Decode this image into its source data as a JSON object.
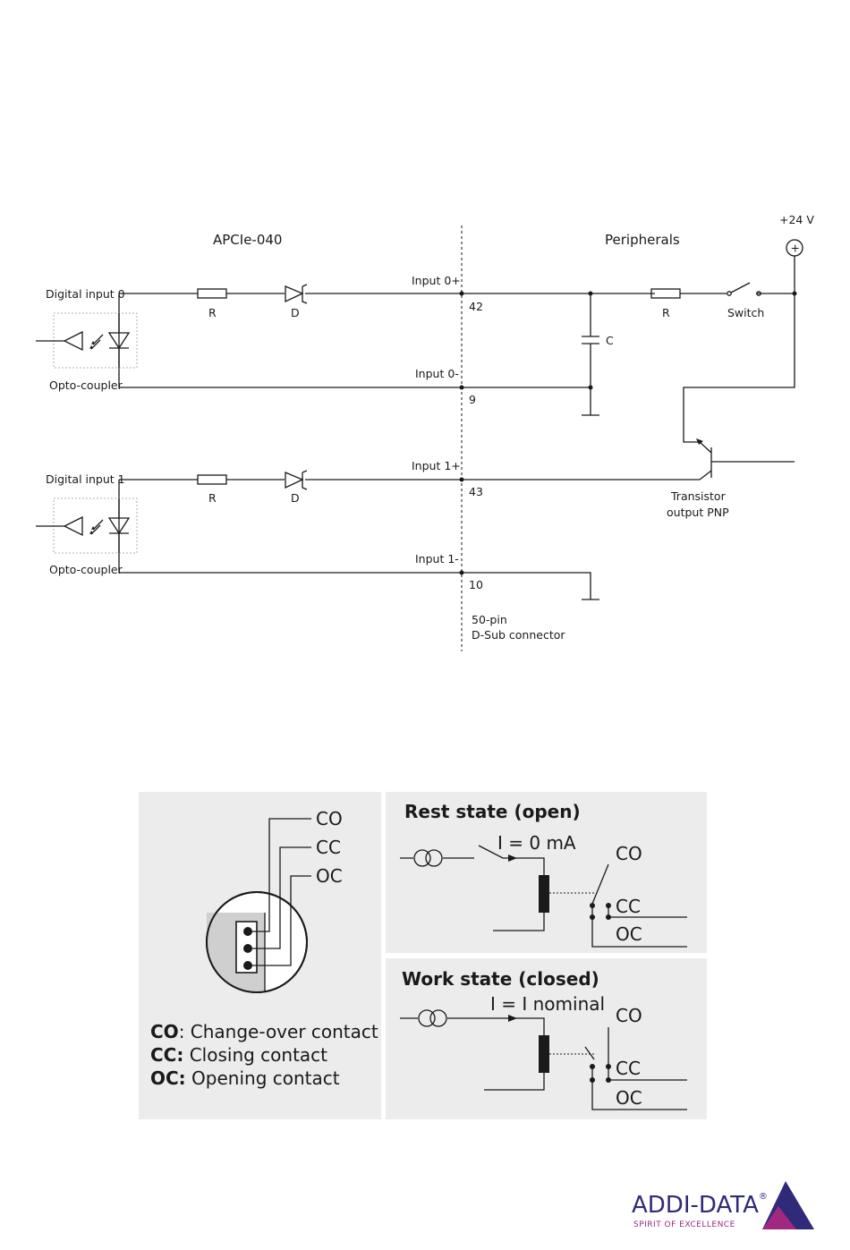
{
  "circuit": {
    "board_label": "APCIe-040",
    "peripherals_label": "Peripherals",
    "supply_label": "+24 V",
    "supply_symbol": "+",
    "ch0": {
      "name": "Digital input 0",
      "opto": "Opto-coupler",
      "r": "R",
      "d": "D",
      "plus_label": "Input 0+",
      "minus_label": "Input 0-",
      "pin_plus": "42",
      "pin_minus": "9"
    },
    "ch1": {
      "name": "Digital input 1",
      "opto": "Opto-coupler",
      "r": "R",
      "d": "D",
      "plus_label": "Input 1+",
      "minus_label": "Input 1-",
      "pin_plus": "43",
      "pin_minus": "10"
    },
    "periph_r": "R",
    "switch_label": "Switch",
    "cap_label": "C",
    "transistor_line1": "Transistor",
    "transistor_line2": "output PNP",
    "connector_line1": "50-pin",
    "connector_line2": "D-Sub connector"
  },
  "relay": {
    "co": "CO",
    "cc": "CC",
    "oc": "OC",
    "rest_title": "Rest state (open)",
    "rest_current": "I = 0 mA",
    "work_title": "Work state (closed)",
    "work_current": "I = I nominal",
    "legend": [
      {
        "abbr": "CO",
        "text": ": Change-over contact"
      },
      {
        "abbr": "CC:",
        "text": " Closing contact"
      },
      {
        "abbr": "OC:",
        "text": " Opening contact"
      }
    ]
  },
  "logo": {
    "name": "ADDI-DATA",
    "registered": "®",
    "tagline": "SPIRIT OF EXCELLENCE",
    "colors": {
      "primary": "#2f2a7a",
      "accent": "#a0287f"
    }
  }
}
